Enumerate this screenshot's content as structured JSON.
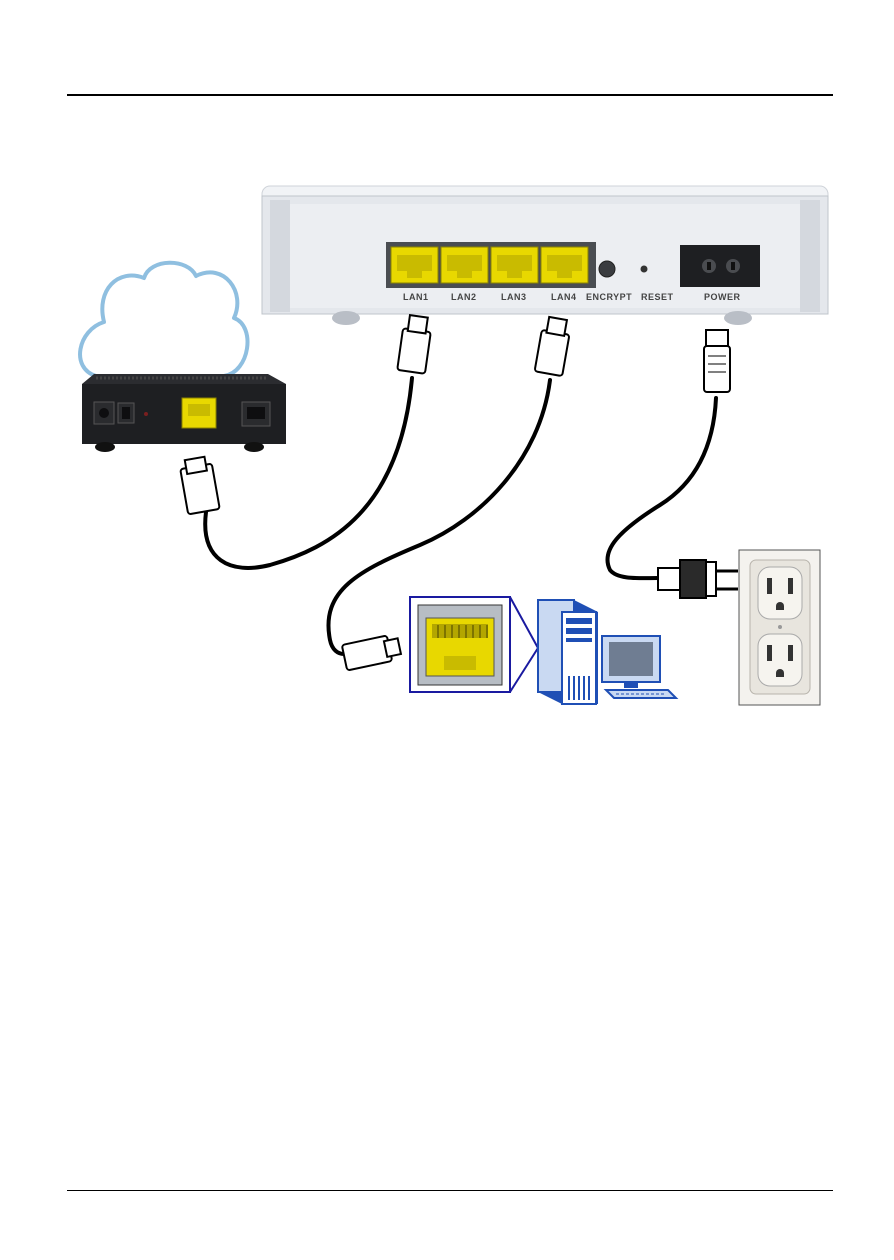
{
  "router": {
    "ports": [
      {
        "label": "LAN1"
      },
      {
        "label": "LAN2"
      },
      {
        "label": "LAN3"
      },
      {
        "label": "LAN4"
      }
    ],
    "encrypt_label": "ENCRYPT",
    "reset_label": "RESET",
    "power_label": "POWER"
  },
  "colors": {
    "port_yellow": "#e8d800",
    "router_body": "#e6e9ee",
    "modem_body": "#1e1f22",
    "cloud_stroke": "#8fbfe0",
    "cable": "#000000",
    "monitor_frame": "#c9d9f2"
  },
  "icons": [
    "cloud-icon",
    "modem-icon",
    "router-icon",
    "ethernet-plug-icon",
    "power-plug-icon",
    "wall-outlet-icon",
    "computer-tower-icon",
    "monitor-icon",
    "keyboard-icon",
    "rj45-port-icon"
  ]
}
